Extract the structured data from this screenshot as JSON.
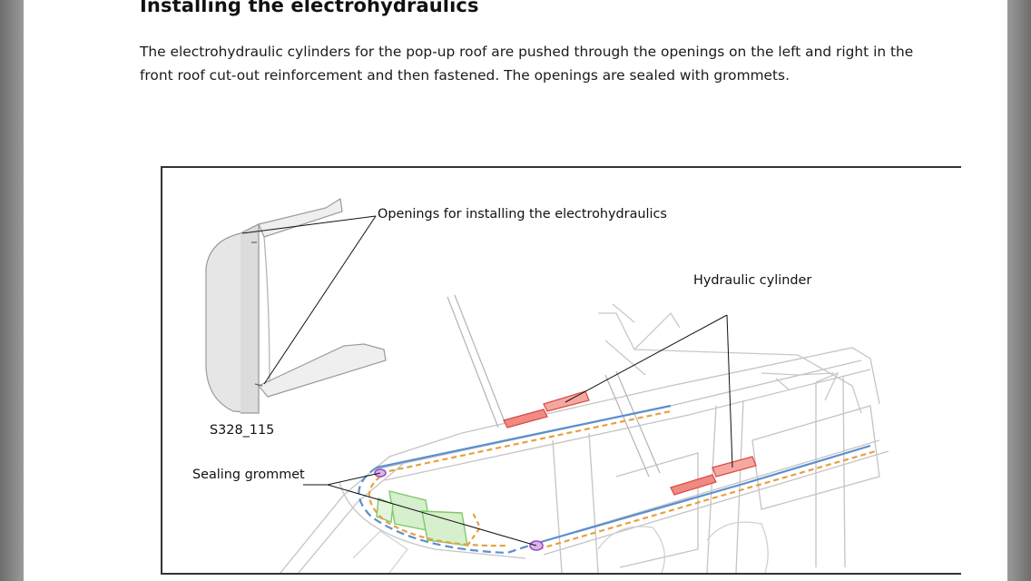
{
  "document": {
    "heading": "Installing the electrohydraulics",
    "paragraph": "The electrohydraulic cylinders for the pop-up roof are pushed through the openings on the left and right in the front roof cut-out reinforcement and then fastened. The openings are sealed with grommets."
  },
  "figure": {
    "callouts": {
      "openings": "Openings for installing the electrohydraulics",
      "hydraulic_cylinder": "Hydraulic cylinder",
      "sealing_grommet": "Sealing grommet"
    },
    "figure_code": "S328_115"
  },
  "colors": {
    "page": "#ffffff",
    "background": "#8a8a8a",
    "cylinder_red": "#e8564e",
    "hose_blue": "#5a8fd0",
    "hose_orange": "#e8a040",
    "grommet_purple": "#9a4fc0",
    "module_green": "#7ec96a"
  }
}
